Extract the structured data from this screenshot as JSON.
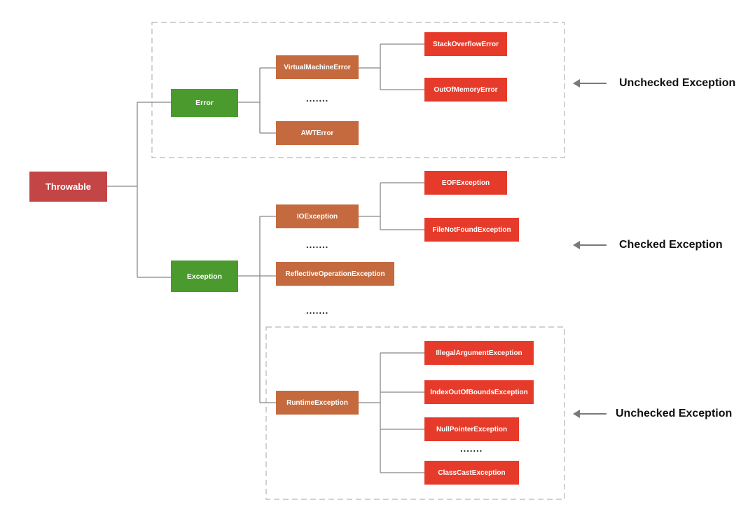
{
  "colors": {
    "root": "#c44545",
    "level1": "#4a9a2e",
    "level2": "#c46a3e",
    "level3": "#e63b2a",
    "line": "#888888",
    "dashed_border": "#a6a6a6",
    "arrow": "#7a7a7a"
  },
  "nodes": {
    "throwable": "Throwable",
    "error": "Error",
    "exception": "Exception",
    "virtual_machine_error": "VirtualMachineError",
    "awt_error": "AWTError",
    "stack_overflow_error": "StackOverflowError",
    "out_of_memory_error": "OutOfMemoryError",
    "io_exception": "IOException",
    "reflective_operation_exception": "ReflectiveOperationException",
    "runtime_exception": "RuntimeException",
    "eof_exception": "EOFException",
    "file_not_found_exception": "FileNotFoundException",
    "illegal_argument_exception": "IllegalArgumentException",
    "index_out_of_bounds_exception": "IndexOutOfBoundsException",
    "null_pointer_exception": "NullPointerException",
    "class_cast_exception": "ClassCastException"
  },
  "ellipsis": {
    "error_children": ".......",
    "exception_mid": ".......",
    "exception_lower": ".......",
    "runtime_children": "......."
  },
  "labels": {
    "top": "Unchecked Exception",
    "middle": "Checked Exception",
    "bottom": "Unchecked Exception"
  }
}
